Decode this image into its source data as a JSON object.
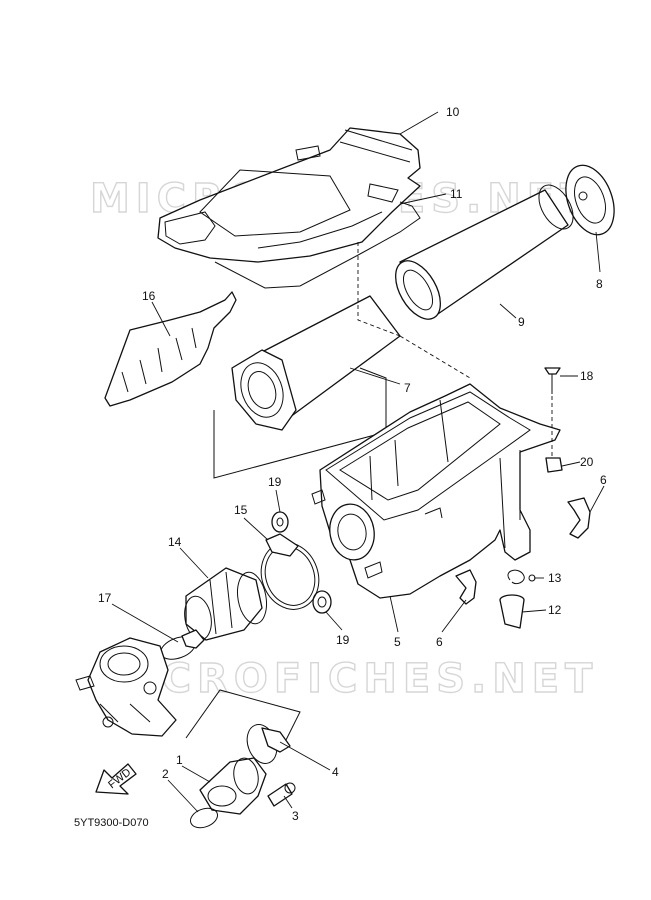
{
  "watermark": "MICROFICHES.NET",
  "diagram_code": "5YT9300-D070",
  "fwd_label": "FWD",
  "callouts": {
    "p1": "1",
    "p2": "2",
    "p3": "3",
    "p4": "4",
    "p5": "5",
    "p6a": "6",
    "p6b": "6",
    "p7": "7",
    "p8": "8",
    "p9": "9",
    "p10": "10",
    "p11": "11",
    "p12": "12",
    "p13": "13",
    "p14": "14",
    "p15": "15",
    "p16": "16",
    "p17": "17",
    "p18": "18",
    "p19a": "19",
    "p19b": "19",
    "p20": "20"
  }
}
